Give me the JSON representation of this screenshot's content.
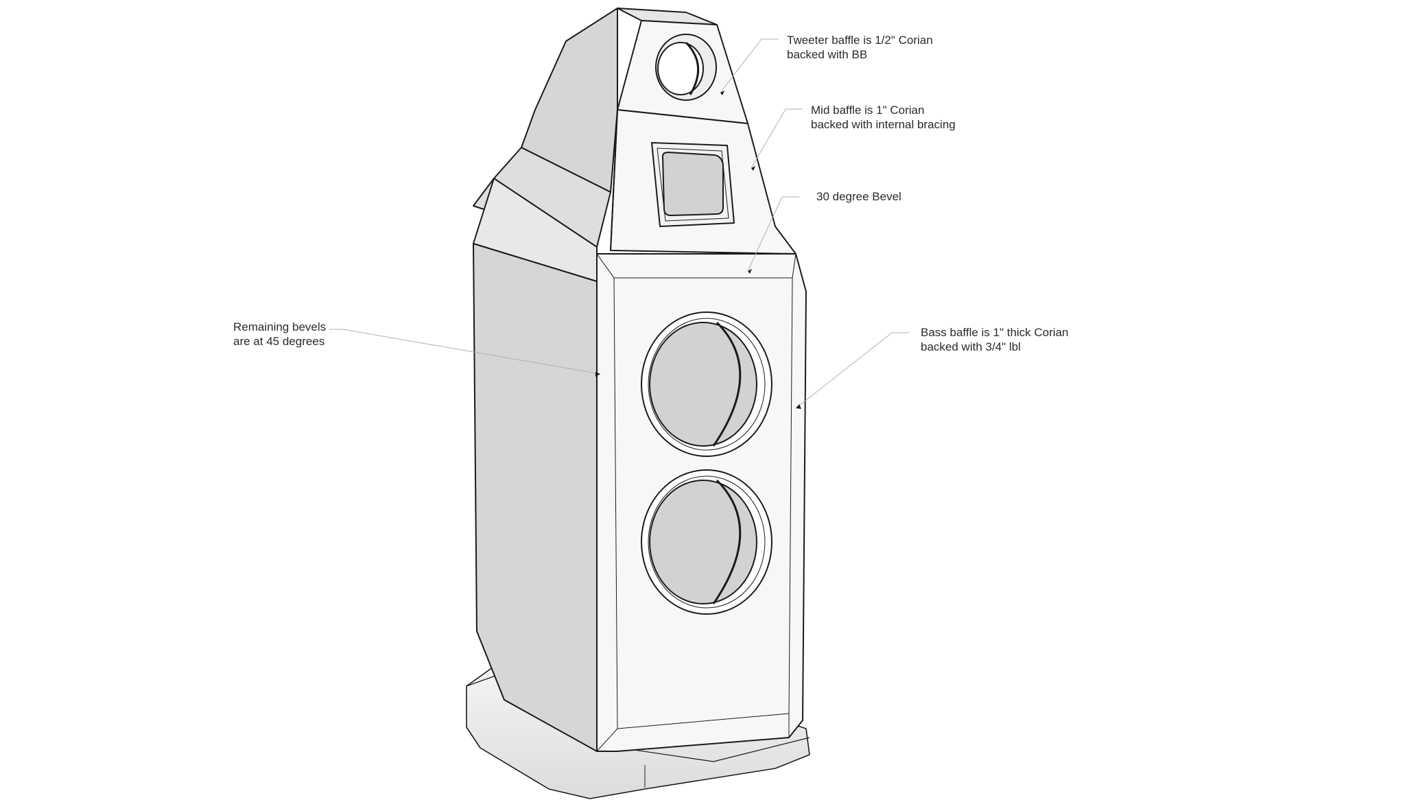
{
  "callouts": {
    "tweeter": {
      "line1": "Tweeter baffle is 1/2\" Corian",
      "line2": "backed with BB"
    },
    "mid": {
      "line1": "Mid baffle is 1\" Corian",
      "line2": "backed with internal bracing"
    },
    "bevel30": {
      "line1": "30 degree Bevel"
    },
    "bevels45": {
      "line1": "Remaining bevels",
      "line2": "are at 45 degrees"
    },
    "bass": {
      "line1": "Bass baffle is 1\" thick Corian",
      "line2": "backed with 3/4\" lbl"
    }
  },
  "colors": {
    "outline": "#1a1a1a",
    "side_panel": "#d6d6d6",
    "front_panel": "#f7f7f7",
    "driver_cone": "#d2d2d2",
    "leader_line": "#b0b0b0"
  }
}
